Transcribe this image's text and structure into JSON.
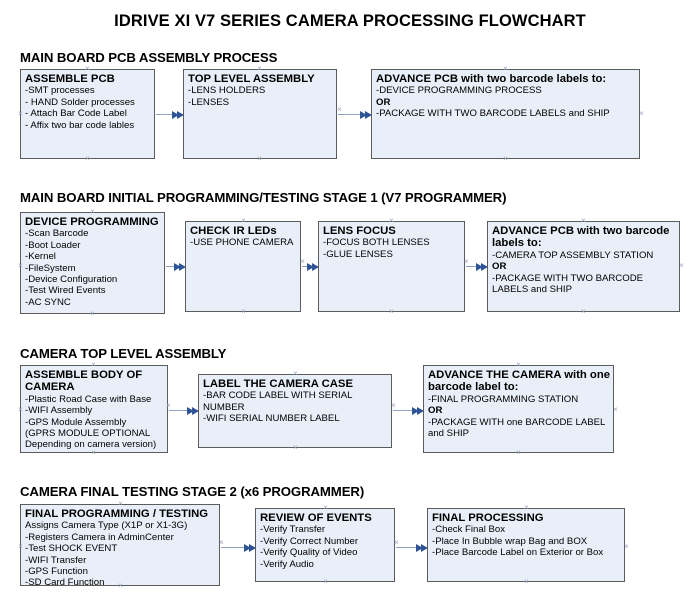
{
  "document": {
    "title": "IDRIVE XI V7 SERIES CAMERA PROCESSING FLOWCHART"
  },
  "sections": [
    {
      "heading": "MAIN BOARD PCB ASSEMBLY PROCESS",
      "nodes": [
        {
          "title": "ASSEMBLE PCB",
          "lines": [
            "-SMT processes",
            "- HAND Solder processes",
            "- Attach Bar Code Label",
            "- Affix two bar code lables"
          ]
        },
        {
          "title": "TOP LEVEL ASSEMBLY",
          "lines": [
            "-LENS HOLDERS",
            "-LENSES"
          ]
        },
        {
          "title": "ADVANCE PCB with two barcode labels to:",
          "lines": [
            "-DEVICE PROGRAMMING PROCESS",
            "OR",
            "-PACKAGE WITH TWO BARCODE LABELS and SHIP"
          ]
        }
      ]
    },
    {
      "heading": "MAIN BOARD INITIAL PROGRAMMING/TESTING STAGE 1 (V7 PROGRAMMER)",
      "nodes": [
        {
          "title": "DEVICE PROGRAMMING",
          "lines": [
            "-Scan Barcode",
            "-Boot Loader",
            "-Kernel",
            "-FileSystem",
            "-Device Configuration",
            "-Test Wired Events",
            "-AC SYNC"
          ]
        },
        {
          "title": "CHECK IR LEDs",
          "lines": [
            "-USE PHONE CAMERA"
          ]
        },
        {
          "title": "LENS FOCUS",
          "lines": [
            "-FOCUS BOTH LENSES",
            "-GLUE LENSES"
          ]
        },
        {
          "title": "ADVANCE PCB with two barcode labels to:",
          "lines": [
            "-CAMERA TOP ASSEMBLY STATION",
            "OR",
            "-PACKAGE WITH TWO BARCODE LABELS and SHIP"
          ]
        }
      ]
    },
    {
      "heading": "CAMERA TOP LEVEL ASSEMBLY",
      "nodes": [
        {
          "title": "ASSEMBLE BODY OF CAMERA",
          "lines": [
            "-Plastic Road Case with Base",
            "-WIFI Assembly",
            "-GPS Module Assembly",
            "(GPRS MODULE OPTIONAL",
            "Depending on camera version)"
          ]
        },
        {
          "title": "LABEL THE CAMERA CASE",
          "lines": [
            "-BAR CODE LABEL WITH SERIAL NUMBER",
            "-WIFI SERIAL NUMBER LABEL"
          ]
        },
        {
          "title": "ADVANCE THE CAMERA with one barcode label to:",
          "lines": [
            "-FINAL PROGRAMMING STATION",
            "OR",
            "-PACKAGE WITH one BARCODE LABEL and SHIP"
          ]
        }
      ]
    },
    {
      "heading": "CAMERA FINAL TESTING STAGE 2 (x6 PROGRAMMER)",
      "nodes": [
        {
          "title": "FINAL PROGRAMMING / TESTING",
          "lines": [
            "Assigns Camera Type (X1P or X1-3G)",
            "-Registers Camera in AdminCenter",
            "-Test SHOCK EVENT",
            "-WIFI Transfer",
            "-GPS Function",
            "-SD Card Function"
          ]
        },
        {
          "title": "REVIEW OF EVENTS",
          "lines": [
            "-Verify Transfer",
            "-Verify Correct Number",
            "-Verify Quality of Video",
            "-Verify Audio"
          ]
        },
        {
          "title": "FINAL PROCESSING",
          "lines": [
            " -Check Final Box",
            "-Place In Bubble wrap Bag and BOX",
            "-Place Barcode Label on Exterior or Box"
          ]
        }
      ]
    }
  ],
  "colors": {
    "node_fill": "#e9eff8",
    "node_border": "#5c5c5c",
    "connector_line": "#8ea2c0",
    "connector_arrow": "#2f5496",
    "handle": "#9aa8bd",
    "text": "#000000",
    "background": "#ffffff"
  }
}
